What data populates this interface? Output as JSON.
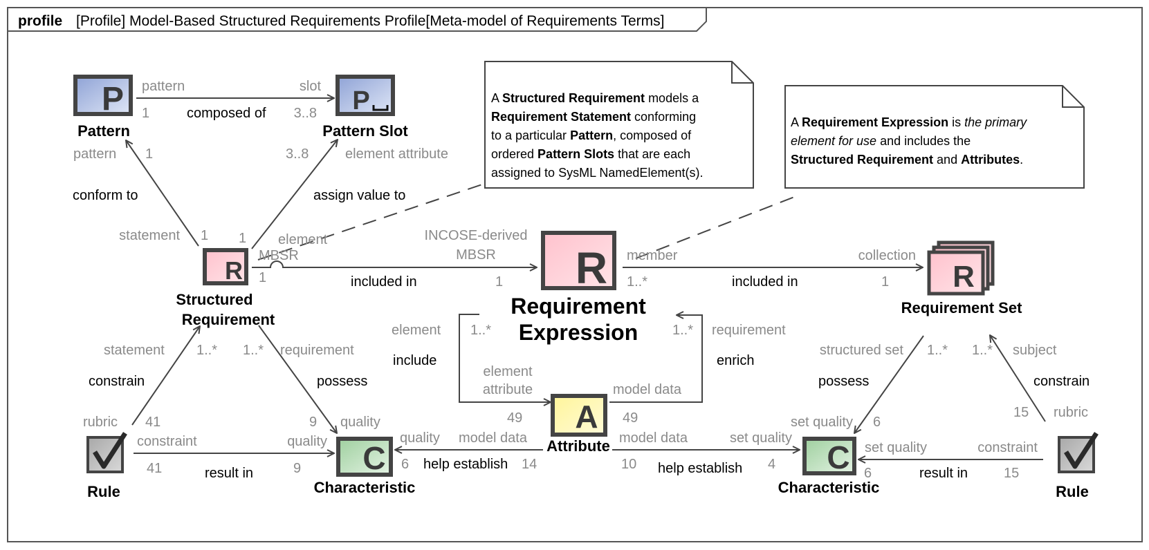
{
  "frame": {
    "keyword": "profile",
    "title": "[Profile] Model-Based Structured Requirements Profile[Meta-model of Requirements Terms]"
  },
  "colors": {
    "pattern": "#9fb0dc",
    "requirement": "#ffd1d8",
    "attribute": "#fff8a8",
    "characteristic": "#b5dcb5",
    "rule": "#b9b9b9",
    "role_text": "#8a8a8a",
    "line": "#444444"
  },
  "nodes": {
    "pattern": {
      "glyph": "P",
      "name": "Pattern"
    },
    "pattern_slot": {
      "glyph": "P",
      "name": "Pattern Slot"
    },
    "structured_requirement": {
      "glyph": "R",
      "name_line1": "Structured",
      "name_line2": "Requirement"
    },
    "requirement_expression": {
      "glyph": "R",
      "name_line1": "Requirement",
      "name_line2": "Expression"
    },
    "requirement_set": {
      "glyph": "R",
      "name": "Requirement Set"
    },
    "attribute": {
      "glyph": "A",
      "name": "Attribute"
    },
    "characteristic_left": {
      "glyph": "C",
      "name": "Characteristic"
    },
    "characteristic_right": {
      "glyph": "C",
      "name": "Characteristic"
    },
    "rule_left": {
      "icon": "checkmark-icon",
      "name": "Rule"
    },
    "rule_right": {
      "icon": "checkmark-icon",
      "name": "Rule"
    }
  },
  "notes": {
    "structured_requirement": {
      "l1a": "A ",
      "l1b": "Structured Requirement",
      "l1c": " models a",
      "l2a": "Requirement Statement",
      "l2b": " conforming",
      "l3a": "to a particular ",
      "l3b": "Pattern",
      "l3c": ", composed of",
      "l4a": "ordered ",
      "l4b": "Pattern Slots",
      "l4c": " that are each",
      "l5": "assigned to SysML NamedElement(s)."
    },
    "requirement_expression": {
      "l1a": "A ",
      "l1b": "Requirement Expression",
      "l1c": " is ",
      "l1d": "the primary",
      "l2a": "element for use",
      "l2b": " and includes the",
      "l3a": "Structured Requirement",
      "l3b": " and ",
      "l3c": "Attributes",
      "l3d": "."
    }
  },
  "edges": {
    "composed_of": {
      "name": "composed of",
      "src_role": "pattern",
      "src_mult": "1",
      "dst_role": "slot",
      "dst_mult": "3..8"
    },
    "conform_to": {
      "name": "conform to",
      "src_role": "statement",
      "src_mult": "1",
      "dst_role": "pattern",
      "dst_mult": "1"
    },
    "assign_value_to": {
      "name": "assign value to",
      "src_role": "element",
      "src_mult": "1",
      "dst_role": "element attribute",
      "dst_mult": "3..8"
    },
    "included_in_expr": {
      "name": "included in",
      "src_role": "MBSR",
      "src_mult": "1",
      "dst_role_1": "INCOSE-derived",
      "dst_role_2": "MBSR",
      "dst_mult": "1"
    },
    "included_in_set": {
      "name": "included in",
      "src_role": "member",
      "src_mult": "1..*",
      "dst_role": "collection",
      "dst_mult": "1"
    },
    "include": {
      "name": "include",
      "src_role": "element",
      "src_mult": "1..*",
      "dst_role_1": "element",
      "dst_role_2": "attribute",
      "dst_mult": "49"
    },
    "enrich": {
      "name": "enrich",
      "src_role": "model data",
      "src_mult": "49",
      "dst_role": "requirement",
      "dst_mult": "1..*"
    },
    "constrain_left": {
      "name": "constrain",
      "src_role": "rubric",
      "src_mult": "41",
      "dst_role": "statement",
      "dst_mult": "1..*"
    },
    "possess_left": {
      "name": "possess",
      "src_role": "requirement",
      "src_mult": "1..*",
      "dst_role": "quality",
      "dst_mult": "9"
    },
    "result_in_left": {
      "name": "result in",
      "src_role": "constraint",
      "src_mult": "41",
      "dst_role": "quality",
      "dst_mult": "9"
    },
    "help_establish_left": {
      "name": "help establish",
      "src_role": "model data",
      "src_mult": "14",
      "dst_role": "quality",
      "dst_mult": "6"
    },
    "help_establish_right": {
      "name": "help establish",
      "src_role": "model data",
      "src_mult": "10",
      "dst_role": "set quality",
      "dst_mult": "4"
    },
    "possess_right": {
      "name": "possess",
      "src_role": "structured set",
      "src_mult": "1..*",
      "dst_role": "set quality",
      "dst_mult": "6"
    },
    "constrain_right": {
      "name": "constrain",
      "src_role": "rubric",
      "src_mult": "15",
      "dst_role": "subject",
      "dst_mult": "1..*"
    },
    "result_in_right": {
      "name": "result in",
      "src_role": "constraint",
      "src_mult": "15",
      "dst_role": "set quality",
      "dst_mult": "6"
    }
  }
}
